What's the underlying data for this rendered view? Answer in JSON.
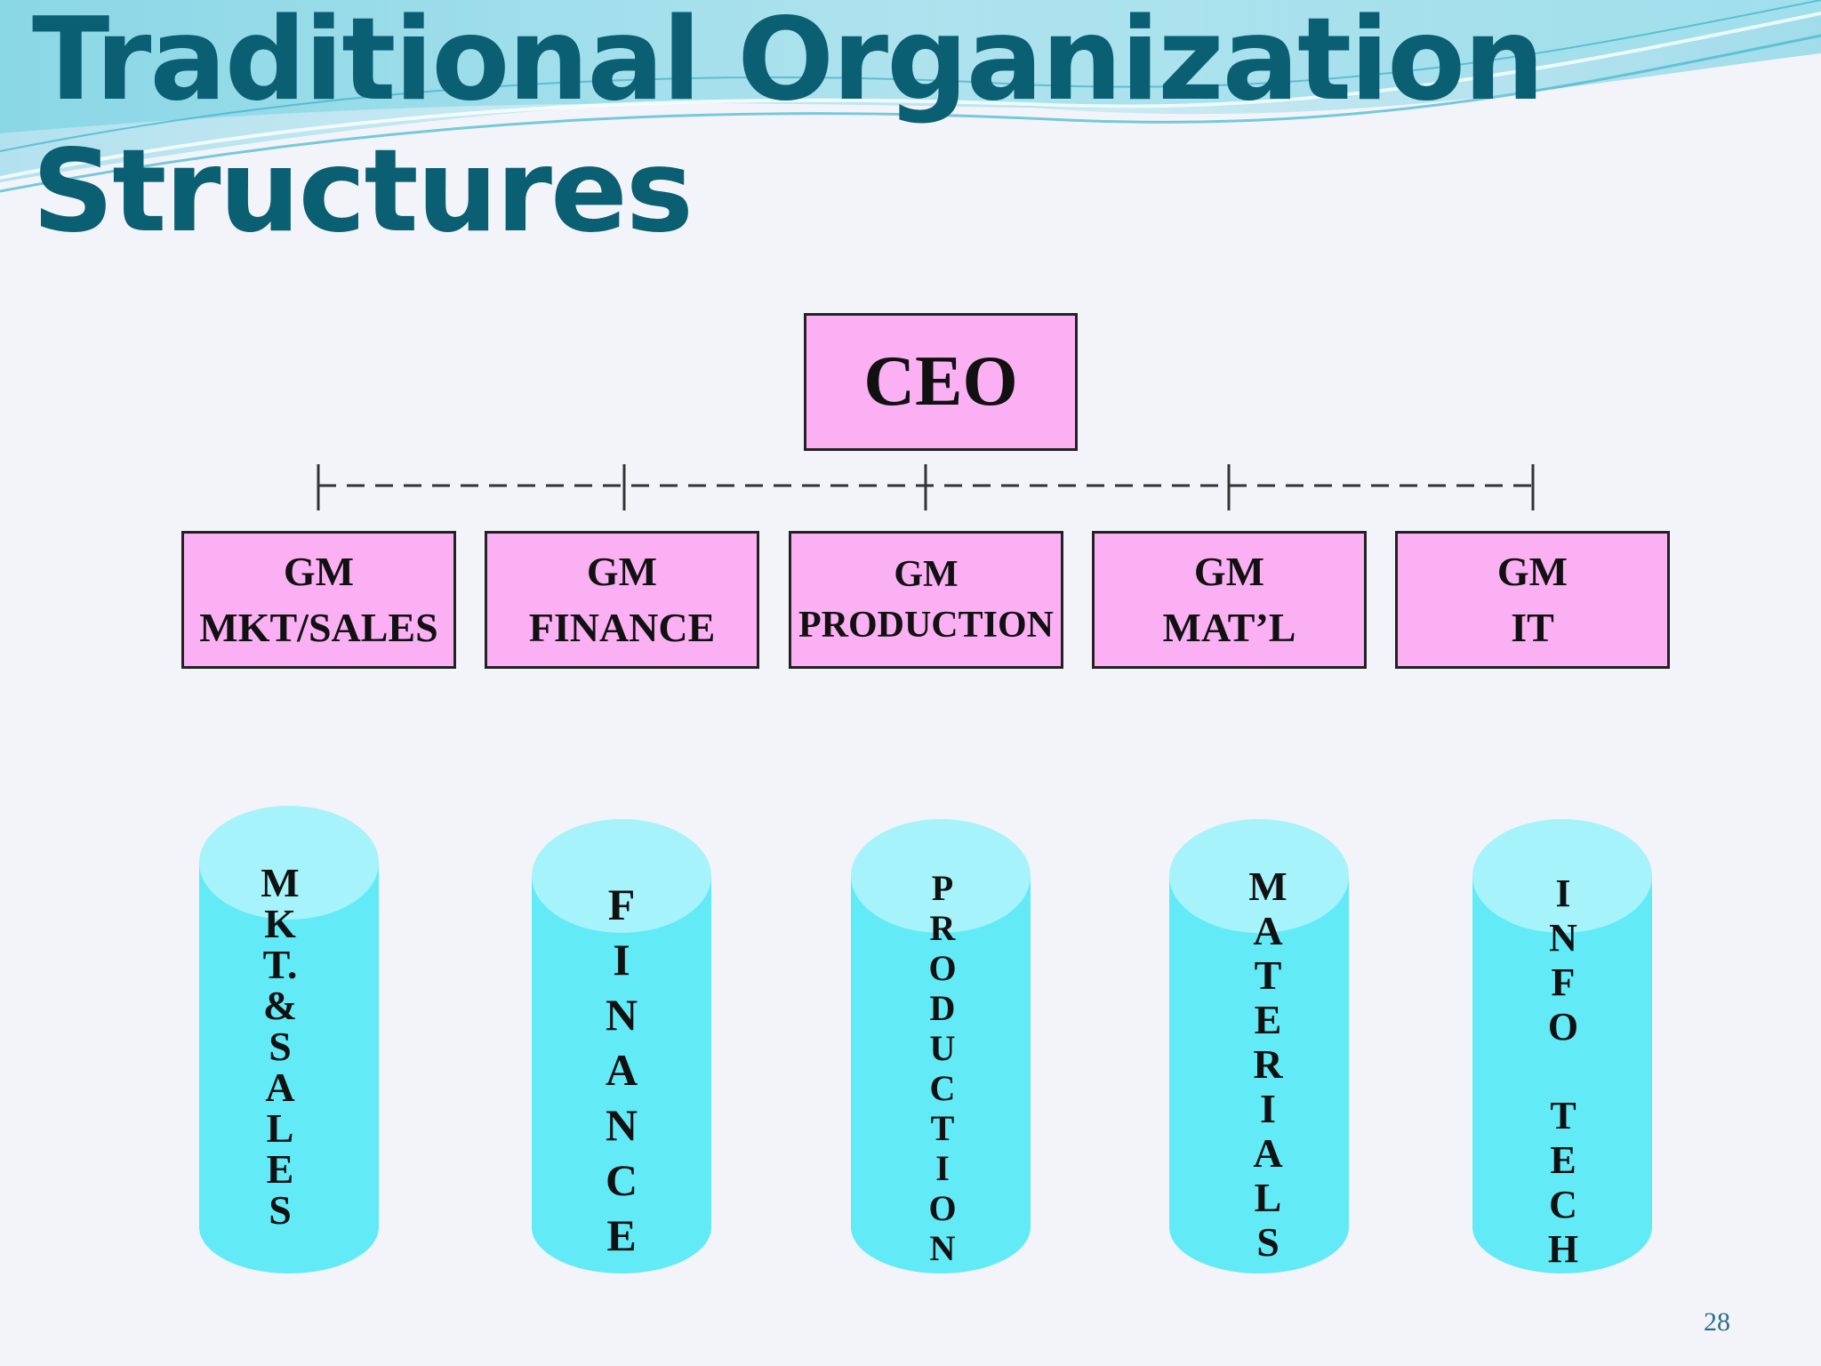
{
  "title": {
    "line1": "Traditional Organization",
    "line2": "Structures"
  },
  "ceo": {
    "label": "CEO"
  },
  "gm_boxes": [
    {
      "line1": "GM",
      "line2": "MKT/SALES"
    },
    {
      "line1": "GM",
      "line2": "FINANCE"
    },
    {
      "line1": "GM",
      "line2": "PRODUCTION"
    },
    {
      "line1": "GM",
      "line2": "MAT’L"
    },
    {
      "line1": "GM",
      "line2": "IT"
    }
  ],
  "silos": [
    {
      "letters": [
        "M",
        "K",
        "T.",
        "&",
        "S",
        "A",
        "L",
        "E",
        "S"
      ]
    },
    {
      "letters": [
        "F",
        "I",
        "N",
        "A",
        "N",
        "C",
        "E"
      ]
    },
    {
      "letters": [
        "P",
        "R",
        "O",
        "D",
        "U",
        "C",
        "T",
        "I",
        "O",
        "N"
      ]
    },
    {
      "letters": [
        "M",
        "A",
        "T",
        "E",
        "R",
        "I",
        "A",
        "L",
        "S"
      ]
    },
    {
      "letters": [
        "I",
        "N",
        "F",
        "O",
        "",
        "T",
        "E",
        "C",
        "H"
      ]
    }
  ],
  "page_number": "28",
  "colors": {
    "title": "#0b5f73",
    "box_fill": "#fcb0f4",
    "cylinder_body": "#63eaf7",
    "cylinder_top": "#a6f3fb"
  }
}
